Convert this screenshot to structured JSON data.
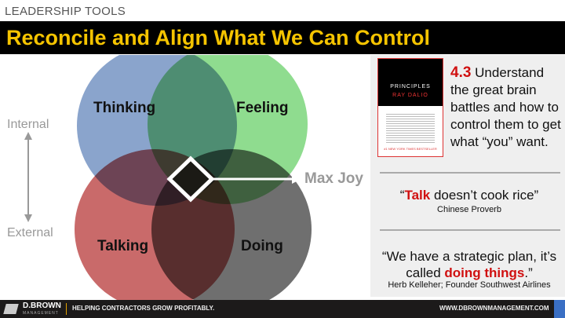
{
  "kicker": "LEADERSHIP TOOLS",
  "title": "Reconcile and Align What We Can Control",
  "venn": {
    "thinking": "Thinking",
    "feeling": "Feeling",
    "talking": "Talking",
    "doing": "Doing",
    "max_joy": "Max Joy",
    "internal": "Internal",
    "external": "External",
    "colors": {
      "thinking": "#8aa4cc",
      "feeling": "#8fdc8f",
      "talking": "#c96a6a",
      "doing": "#6f6f6f"
    }
  },
  "book": {
    "title": "PRINCIPLES",
    "author": "RAY DALIO",
    "badge": "#1 NEW YORK TIMES BESTSELLER"
  },
  "point": {
    "number": "4.3",
    "text": " Understand the great brain battles and how to control them to get what “you” want."
  },
  "quote1": {
    "open": "“",
    "highlight": "Talk",
    "rest": " doesn’t cook rice”",
    "source": "Chinese Proverb"
  },
  "quote2": {
    "pre": "“We have a strategic plan, it’s called ",
    "highlight": "doing things",
    "post": ".”",
    "source": "Herb Kelleher; Founder Southwest Airlines"
  },
  "footer": {
    "brand": "D.BROWN",
    "brand_sub": "MANAGEMENT",
    "tagline": "HELPING CONTRACTORS GROW PROFITABLY.",
    "url": "WWW.DBROWNMANAGEMENT.COM",
    "accent": "#3a6fc4"
  }
}
